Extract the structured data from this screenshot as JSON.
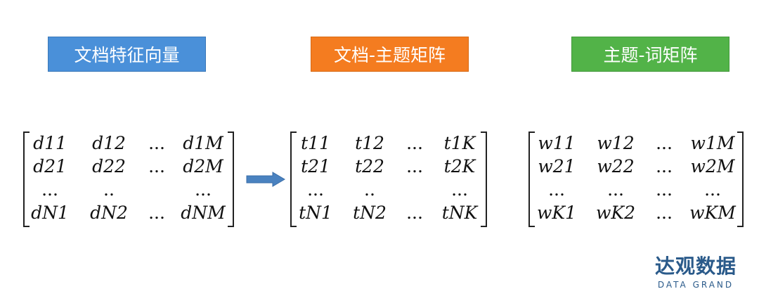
{
  "labels": {
    "doc_feature": "文档特征向量",
    "doc_topic": "文档-主题矩阵",
    "topic_word": "主题-词矩阵"
  },
  "colors": {
    "doc_feature_box": "#4a90d9",
    "doc_topic_box": "#f47c20",
    "topic_word_box": "#52b348",
    "arrow": "#4a82c0",
    "brand": "#2a5a8a"
  },
  "matrices": {
    "doc_feature": [
      [
        "d11",
        "d12",
        "...",
        "d1M"
      ],
      [
        "d21",
        "d22",
        "...",
        "d2M"
      ],
      [
        "...",
        "..",
        "",
        "..."
      ],
      [
        "dN1",
        "dN2",
        "...",
        "dNM"
      ]
    ],
    "doc_topic": [
      [
        "t11",
        "t12",
        "...",
        "t1K"
      ],
      [
        "t21",
        "t22",
        "...",
        "t2K"
      ],
      [
        "...",
        "..",
        "",
        "..."
      ],
      [
        "tN1",
        "tN2",
        "...",
        "tNK"
      ]
    ],
    "topic_word": [
      [
        "w11",
        "w12",
        "...",
        "w1M"
      ],
      [
        "w21",
        "w22",
        "...",
        "w2M"
      ],
      [
        "...",
        "...",
        "...",
        "..."
      ],
      [
        "wK1",
        "wK2",
        "...",
        "wKM"
      ]
    ]
  },
  "icons": {
    "arrow": "arrow-right-icon"
  },
  "brand": {
    "chinese": "达观数据",
    "english": "DATA GRAND"
  }
}
